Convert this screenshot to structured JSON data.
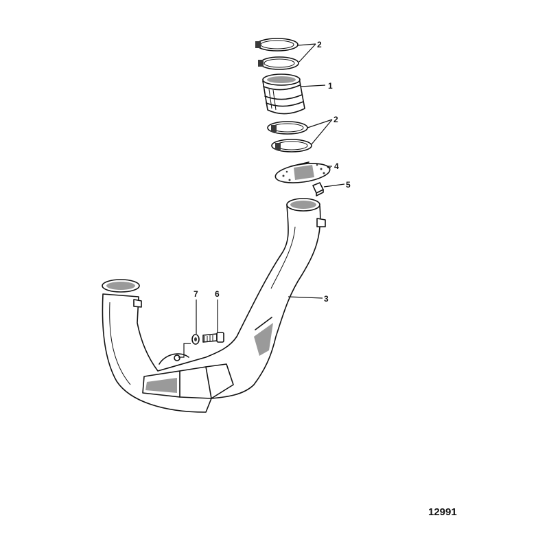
{
  "figure_id": "12991",
  "callouts": {
    "part_1": "1",
    "part_2_top": "2",
    "part_2_lower": "2",
    "part_3": "3",
    "part_4": "4",
    "part_5": "5",
    "part_6": "6",
    "part_7": "7"
  },
  "colors": {
    "ink": "#111111",
    "shade": "#9a9a9a",
    "paper": "#ffffff"
  }
}
